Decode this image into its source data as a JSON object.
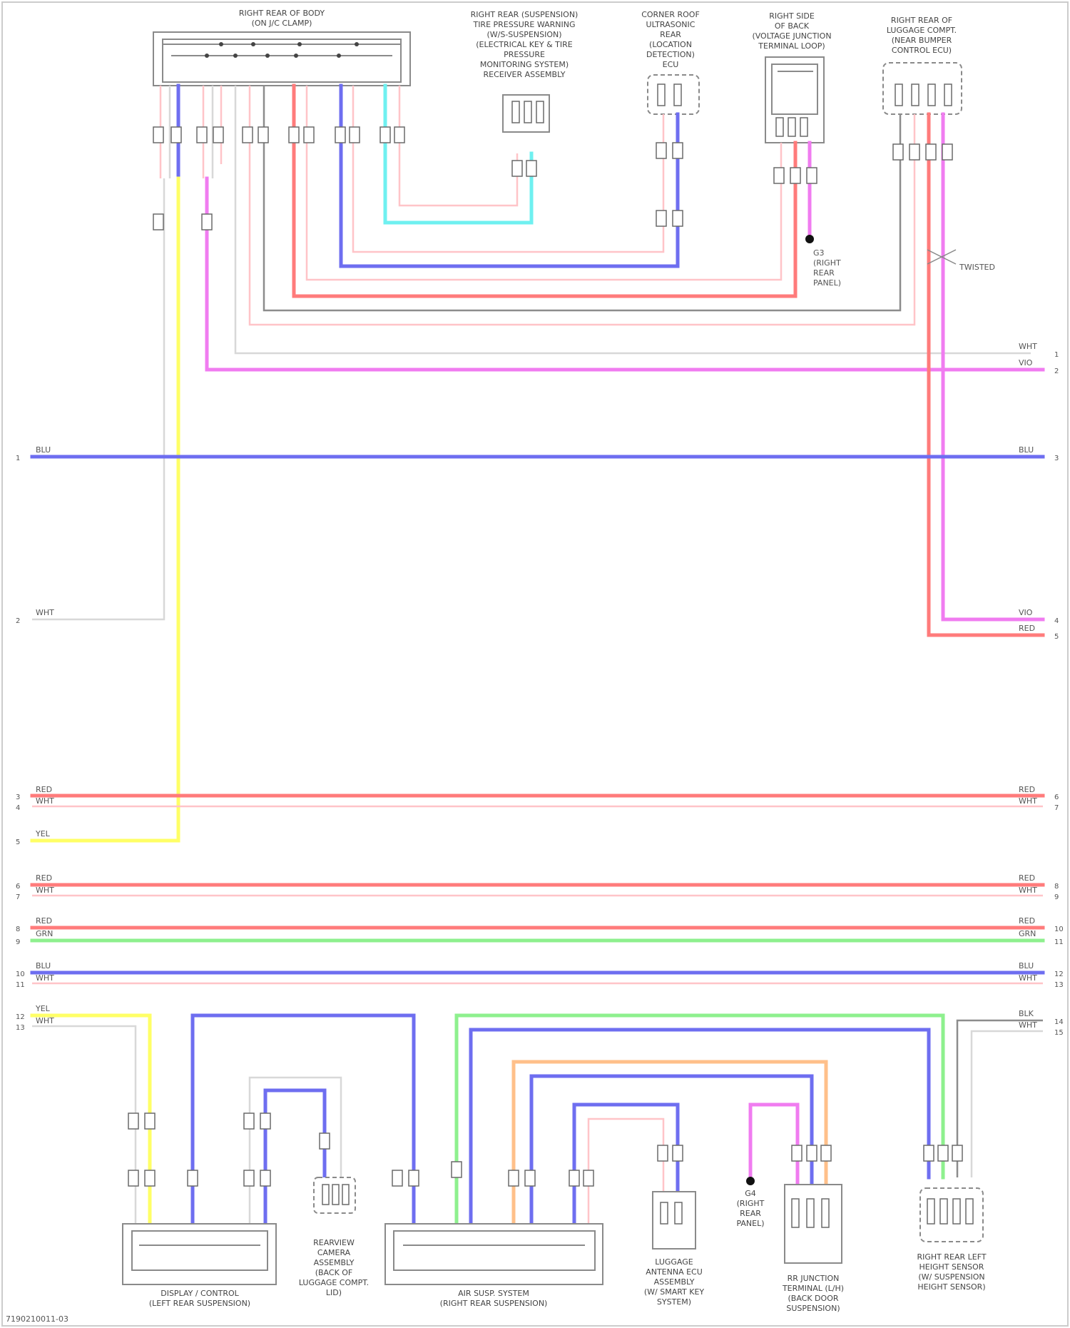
{
  "components": {
    "top_left_splice": [
      "RIGHT REAR OF BODY",
      "(ON J/C CLAMP)"
    ],
    "tpms_sensor": [
      "RIGHT REAR (SUSPENSION)",
      "TIRE PRESSURE WARNING",
      "(W/S-SUSPENSION)",
      "(ELECTRICAL KEY & TIRE",
      "PRESSURE",
      "MONITORING SYSTEM)",
      "RECEIVER ASSEMBLY"
    ],
    "park_sensor": [
      "CORNER ROOF",
      "ULTRASONIC",
      "REAR",
      "(LOCATION",
      "DETECTION)",
      "ECU"
    ],
    "junction_connector": [
      "RIGHT SIDE",
      "OF BACK",
      "(VOLTAGE JUNCTION",
      "TERMINAL LOOP)"
    ],
    "ecu_right": [
      "RIGHT REAR OF",
      "LUGGAGE COMPT.",
      "(NEAR BUMPER",
      "CONTROL ECU)"
    ],
    "ground_top": [
      "G3",
      "(RIGHT",
      "REAR",
      "PANEL)"
    ],
    "twist_note": "TWISTED",
    "bottom_module_1": [
      "DISPLAY / CONTROL",
      "(LEFT REAR SUSPENSION)"
    ],
    "bottom_module_2": [
      "REARVIEW",
      "CAMERA",
      "ASSEMBLY",
      "(BACK OF",
      "LUGGAGE COMPT.",
      "LID)"
    ],
    "bottom_module_3": [
      "AIR SUSP. SYSTEM",
      "(RIGHT REAR SUSPENSION)"
    ],
    "bottom_module_4": [
      "LUGGAGE",
      "ANTENNA ECU",
      "ASSEMBLY",
      "(W/ SMART KEY",
      "SYSTEM)"
    ],
    "ground_bottom": [
      "G4",
      "(RIGHT",
      "REAR",
      "PANEL)"
    ],
    "bottom_module_5": [
      "RR JUNCTION",
      "TERMINAL (L/H)",
      "(BACK DOOR",
      "SUSPENSION)"
    ],
    "bottom_module_6": [
      "RIGHT REAR LEFT",
      "HEIGHT SENSOR",
      "(W/ SUSPENSION",
      "HEIGHT SENSOR)"
    ]
  },
  "left_labels": [
    {
      "num": "1",
      "text": "BLU"
    },
    {
      "num": "2",
      "text": "WHT"
    },
    {
      "num": "3",
      "text": "RED"
    },
    {
      "num": "4",
      "text": "WHT"
    },
    {
      "num": "5",
      "text": "YEL"
    },
    {
      "num": "6",
      "text": "RED"
    },
    {
      "num": "7",
      "text": "WHT"
    },
    {
      "num": "8",
      "text": "RED"
    },
    {
      "num": "9",
      "text": "GRN"
    },
    {
      "num": "10",
      "text": "BLU"
    },
    {
      "num": "11",
      "text": "WHT"
    },
    {
      "num": "12",
      "text": "YEL"
    },
    {
      "num": "13",
      "text": "WHT"
    }
  ],
  "right_labels": [
    {
      "num": "1",
      "text": "WHT"
    },
    {
      "num": "2",
      "text": "VIO"
    },
    {
      "num": "3",
      "text": "BLU"
    },
    {
      "num": "4",
      "text": "VIO"
    },
    {
      "num": "5",
      "text": "RED"
    },
    {
      "num": "6",
      "text": "RED"
    },
    {
      "num": "7",
      "text": "WHT"
    },
    {
      "num": "8",
      "text": "RED"
    },
    {
      "num": "9",
      "text": "WHT"
    },
    {
      "num": "10",
      "text": "RED"
    },
    {
      "num": "11",
      "text": "GRN"
    },
    {
      "num": "12",
      "text": "BLU"
    },
    {
      "num": "13",
      "text": "WHT"
    },
    {
      "num": "14",
      "text": "BLK"
    },
    {
      "num": "15",
      "text": "WHT"
    }
  ],
  "footer": "7190210011-03",
  "colors": {
    "red": "#ff7b7b",
    "pink": "#ffc4c8",
    "blue": "#6e6ef0",
    "cyan": "#6ff0f0",
    "violet": "#f07cf0",
    "yellow": "#ffff66",
    "green": "#8ef08e",
    "orange": "#ffc08a",
    "gray": "#8c8c8c",
    "lightgray": "#d8d8d8"
  }
}
